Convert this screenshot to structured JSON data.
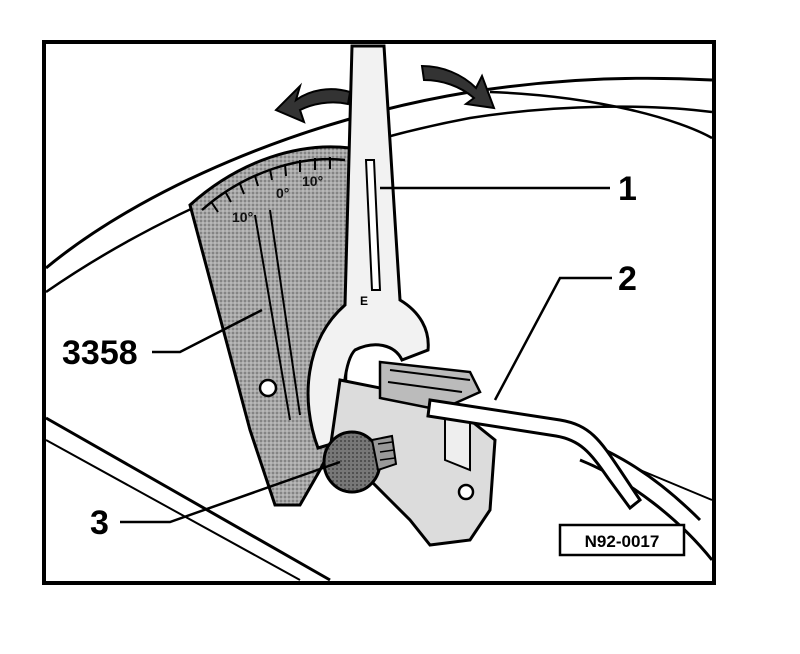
{
  "diagram": {
    "labels": {
      "part_1": "1",
      "part_2": "2",
      "part_3": "3",
      "tool": "3358"
    },
    "scale_marks": {
      "left": "10°",
      "center": "0°",
      "right": "10°"
    },
    "reference_number": "N92-0017",
    "colors": {
      "line": "#000000",
      "tool_fill": "#9a9a9a",
      "background": "#ffffff"
    }
  }
}
